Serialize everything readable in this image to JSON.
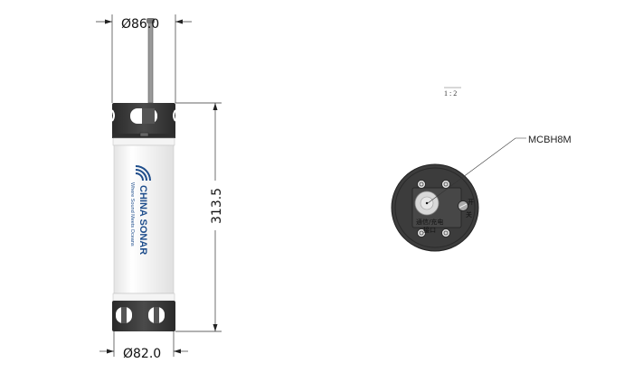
{
  "side_view": {
    "top_diameter": "Ø86.0",
    "bottom_diameter": "Ø82.0",
    "length": "313.5",
    "brand": "CHINA SONAR",
    "tagline": "Where Sound Meets Oceans"
  },
  "end_view": {
    "scale": "1 : 2",
    "connector_callout": "MCBH8M",
    "port_label_line1": "通信/充电",
    "port_label_line2": "接口",
    "switch_on": "开",
    "switch_off": "关"
  },
  "colors": {
    "cap": "#3a3a3a",
    "body": "#f7f7f7",
    "brand": "#1f4e8c"
  }
}
